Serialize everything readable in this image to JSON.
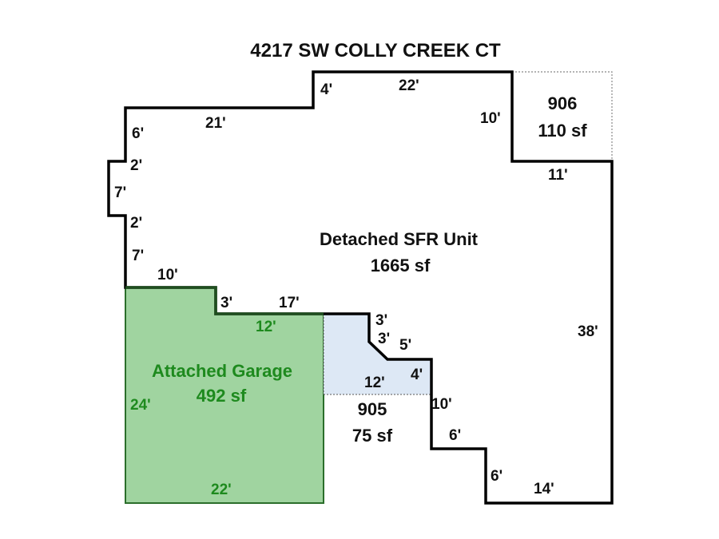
{
  "title": "4217 SW COLLY CREEK CT",
  "colors": {
    "outline": "#000000",
    "garage_fill": "#a0d4a0",
    "garage_stroke": "#2b6e2b",
    "garage_text": "#1e8a1e",
    "area_905_fill": "#dde8f5",
    "dotted": "#888888"
  },
  "areas": {
    "main": {
      "name": "Detached SFR Unit",
      "area": "1665 sf"
    },
    "garage": {
      "name": "Attached Garage",
      "area": "492 sf"
    },
    "area_905": {
      "name": "905",
      "area": "75 sf"
    },
    "area_906": {
      "name": "906",
      "area": "110 sf"
    }
  },
  "dimensions": {
    "main": [
      "4'",
      "22'",
      "21'",
      "6'",
      "2'",
      "7'",
      "2'",
      "7'",
      "10'",
      "10'",
      "11'",
      "38'",
      "3'",
      "17'",
      "3'",
      "3'",
      "5'",
      "4'",
      "10'",
      "6'",
      "6'",
      "14'"
    ],
    "garage": [
      "12'",
      "24'",
      "22'"
    ],
    "area_905": [
      "12'"
    ]
  }
}
